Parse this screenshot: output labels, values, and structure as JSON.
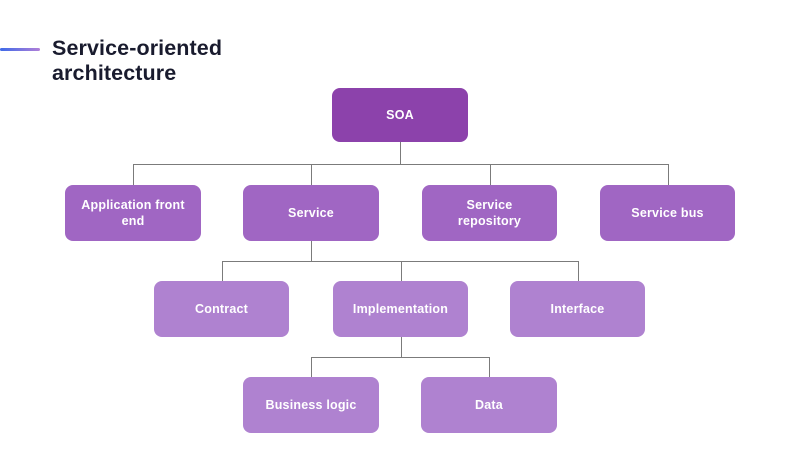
{
  "title": "Service-oriented architecture",
  "colors": {
    "level1": "#8c42ab",
    "level2": "#a066c3",
    "level3": "#af82d0",
    "connector": "#7b7b7b",
    "title_text": "#191b2e",
    "accent_from": "#3e6ae8",
    "accent_to": "#b07fd8",
    "node_text": "#ffffff",
    "background": "#ffffff"
  },
  "diagram": {
    "nodes": [
      {
        "id": "soa",
        "label": "SOA",
        "level": 1
      },
      {
        "id": "application-front-end",
        "label": "Application front end",
        "level": 2
      },
      {
        "id": "service",
        "label": "Service",
        "level": 2
      },
      {
        "id": "service-repository",
        "label": "Service repository",
        "level": 2
      },
      {
        "id": "service-bus",
        "label": "Service bus",
        "level": 2
      },
      {
        "id": "contract",
        "label": "Contract",
        "level": 3
      },
      {
        "id": "implementation",
        "label": "Implementation",
        "level": 3
      },
      {
        "id": "interface",
        "label": "Interface",
        "level": 3
      },
      {
        "id": "business-logic",
        "label": "Business logic",
        "level": 3
      },
      {
        "id": "data",
        "label": "Data",
        "level": 3
      }
    ],
    "edges": [
      {
        "from": "soa",
        "to": [
          "application-front-end",
          "service",
          "service-repository",
          "service-bus"
        ]
      },
      {
        "from": "service",
        "to": [
          "contract",
          "implementation",
          "interface"
        ]
      },
      {
        "from": "implementation",
        "to": [
          "business-logic",
          "data"
        ]
      }
    ]
  }
}
